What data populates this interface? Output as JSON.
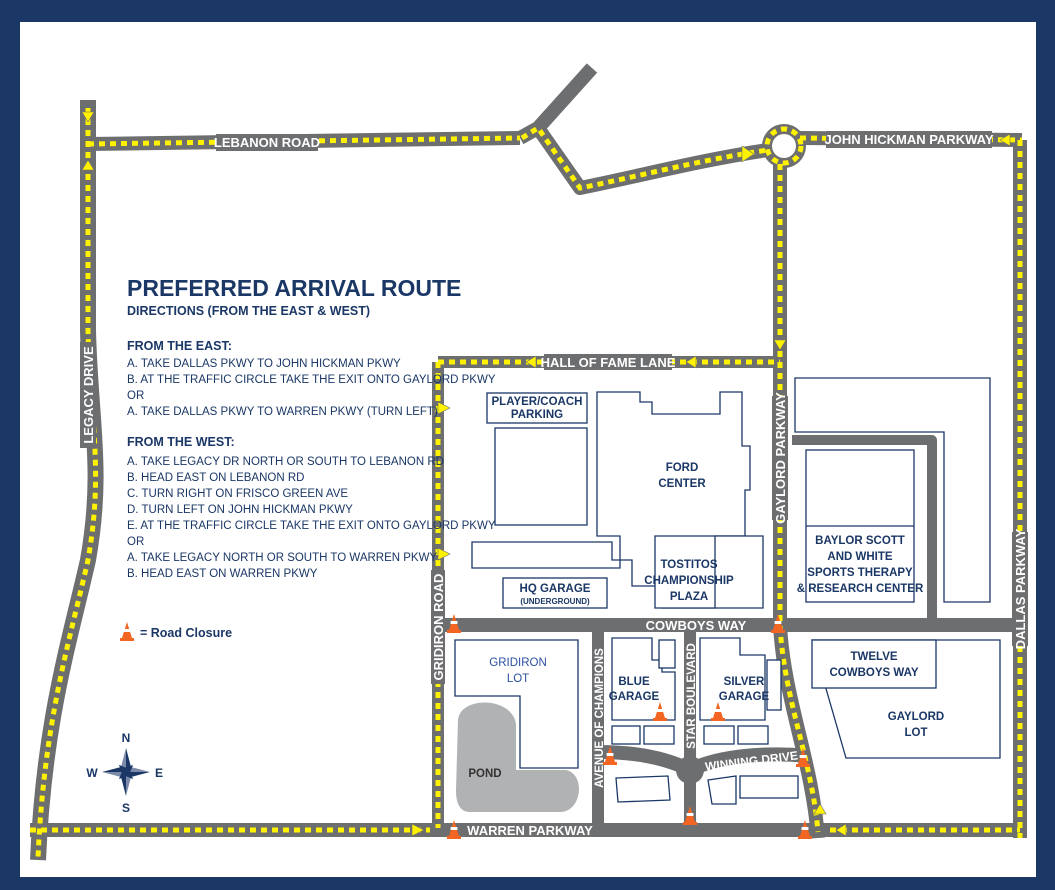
{
  "colors": {
    "frame": "#1a3766",
    "background": "#ffffff",
    "road": "#6d6e70",
    "route": "#fff200",
    "text": "#1a3766",
    "pond": "#b1b2b4",
    "cone": "#f26522"
  },
  "title": "PREFERRED ARRIVAL ROUTE",
  "subtitle": "DIRECTIONS (FROM THE EAST & WEST)",
  "east": {
    "heading": "FROM THE EAST:",
    "lines": [
      "A. TAKE DALLAS PKWY TO JOHN HICKMAN PKWY",
      "B. AT THE TRAFFIC CIRCLE TAKE THE EXIT ONTO GAYLORD PKWY",
      "OR",
      "A. TAKE DALLAS PKWY TO WARREN PKWY (TURN LEFT)"
    ]
  },
  "west": {
    "heading": "FROM THE WEST:",
    "lines": [
      "A. TAKE LEGACY DR NORTH OR SOUTH TO LEBANON RD",
      "B. HEAD EAST ON LEBANON RD",
      "C. TURN RIGHT ON FRISCO GREEN AVE",
      "D. TURN LEFT ON JOHN HICKMAN PKWY",
      "E. AT THE TRAFFIC CIRCLE TAKE THE EXIT ONTO GAYLORD PKWY",
      "OR",
      "A. TAKE LEGACY NORTH OR SOUTH TO WARREN PKWY",
      "B. HEAD EAST ON WARREN PKWY"
    ]
  },
  "legend": {
    "icon": "traffic-cone-icon",
    "text": "= Road Closure"
  },
  "roads": {
    "lebanon": "LEBANON ROAD",
    "john_hickman": "JOHN HICKMAN PARKWAY",
    "legacy": "LEGACY DRIVE",
    "hall_of_fame": "HALL OF FAME LANE",
    "gaylord": "GAYLORD PARKWAY",
    "dallas": "DALLAS PARKWAY",
    "gridiron": "GRIDIRON ROAD",
    "cowboys_way": "COWBOYS WAY",
    "avenue_of_champions": "AVENUE OF CHAMPIONS",
    "star_boulevard": "STAR BOULEVARD",
    "winning_drive": "WINNING DRIVE",
    "warren": "WARREN PARKWAY"
  },
  "places": {
    "player_parking": [
      "PLAYER/COACH",
      "PARKING"
    ],
    "ford_center": [
      "FORD",
      "CENTER"
    ],
    "tostitos": [
      "TOSTITOS",
      "CHAMPIONSHIP",
      "PLAZA"
    ],
    "hq_garage": "HQ GARAGE",
    "hq_garage_sub": "(UNDERGROUND)",
    "baylor": [
      "BAYLOR SCOTT",
      "AND WHITE",
      "SPORTS THERAPY",
      "& RESEARCH CENTER"
    ],
    "twelve": [
      "TWELVE",
      "COWBOYS WAY"
    ],
    "gaylord_lot": [
      "GAYLORD",
      "LOT"
    ],
    "gridiron_lot": [
      "GRIDIRON",
      "LOT"
    ],
    "pond": "POND",
    "blue_garage": [
      "BLUE",
      "GARAGE"
    ],
    "silver_garage": [
      "SILVER",
      "GARAGE"
    ]
  },
  "compass": {
    "n": "N",
    "s": "S",
    "e": "E",
    "w": "W"
  }
}
